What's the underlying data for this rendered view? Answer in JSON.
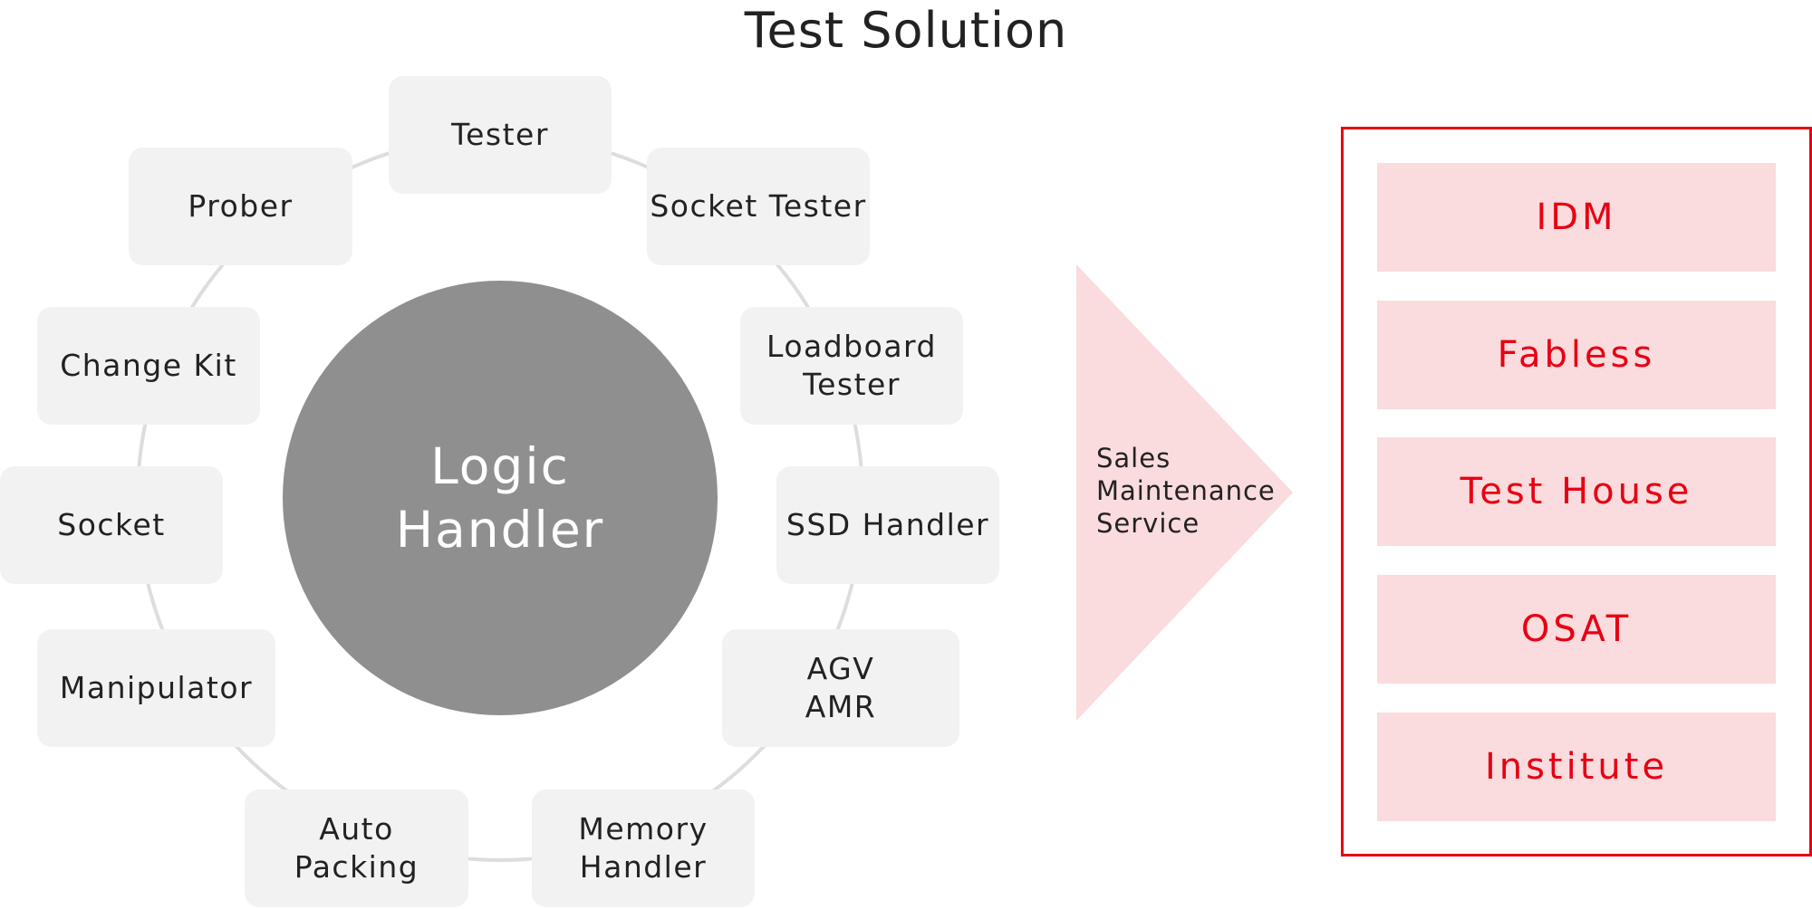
{
  "title": "Test Solution",
  "hub": {
    "label": "Logic\nHandler"
  },
  "ring_nodes": [
    {
      "id": "tester",
      "label": "Tester"
    },
    {
      "id": "socket-tester",
      "label": "Socket Tester"
    },
    {
      "id": "loadboard-tester",
      "label": "Loadboard\nTester"
    },
    {
      "id": "ssd-handler",
      "label": "SSD Handler"
    },
    {
      "id": "agv-amr",
      "label": "AGV\nAMR"
    },
    {
      "id": "memory-handler",
      "label": "Memory\nHandler"
    },
    {
      "id": "auto-packing",
      "label": "Auto\nPacking"
    },
    {
      "id": "manipulator",
      "label": "Manipulator"
    },
    {
      "id": "socket",
      "label": "Socket"
    },
    {
      "id": "change-kit",
      "label": "Change Kit"
    },
    {
      "id": "prober",
      "label": "Prober"
    }
  ],
  "arrow": {
    "label": "Sales\nMaintenance\nService"
  },
  "targets": [
    {
      "id": "idm",
      "label": "IDM"
    },
    {
      "id": "fabless",
      "label": "Fabless"
    },
    {
      "id": "test-house",
      "label": "Test House"
    },
    {
      "id": "osat",
      "label": "OSAT"
    },
    {
      "id": "institute",
      "label": "Institute"
    }
  ],
  "colors": {
    "hub": "#8f8f8f",
    "node_bg": "#f2f2f2",
    "ring_line": "#dddddd",
    "accent_red": "#e60012",
    "pink_fill": "#fadbde",
    "text": "#222222"
  }
}
